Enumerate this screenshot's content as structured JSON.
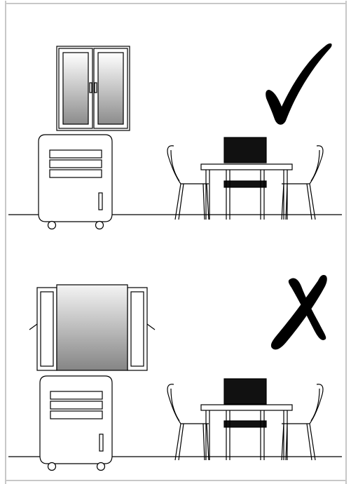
{
  "top_label": "",
  "panels": [
    {
      "id": "correct",
      "status": "correct",
      "status_icon": "check-mark-icon",
      "window_style": "hinged-doors-closed"
    },
    {
      "id": "incorrect",
      "status": "incorrect",
      "status_icon": "cross-mark-icon",
      "window_style": "hinged-doors-open"
    }
  ],
  "colors": {
    "border": "#c8c8c8",
    "line": "#000000",
    "chair_back": "#111111",
    "glass_dark": "#8c8c8c",
    "glass_light": "#ffffff"
  }
}
